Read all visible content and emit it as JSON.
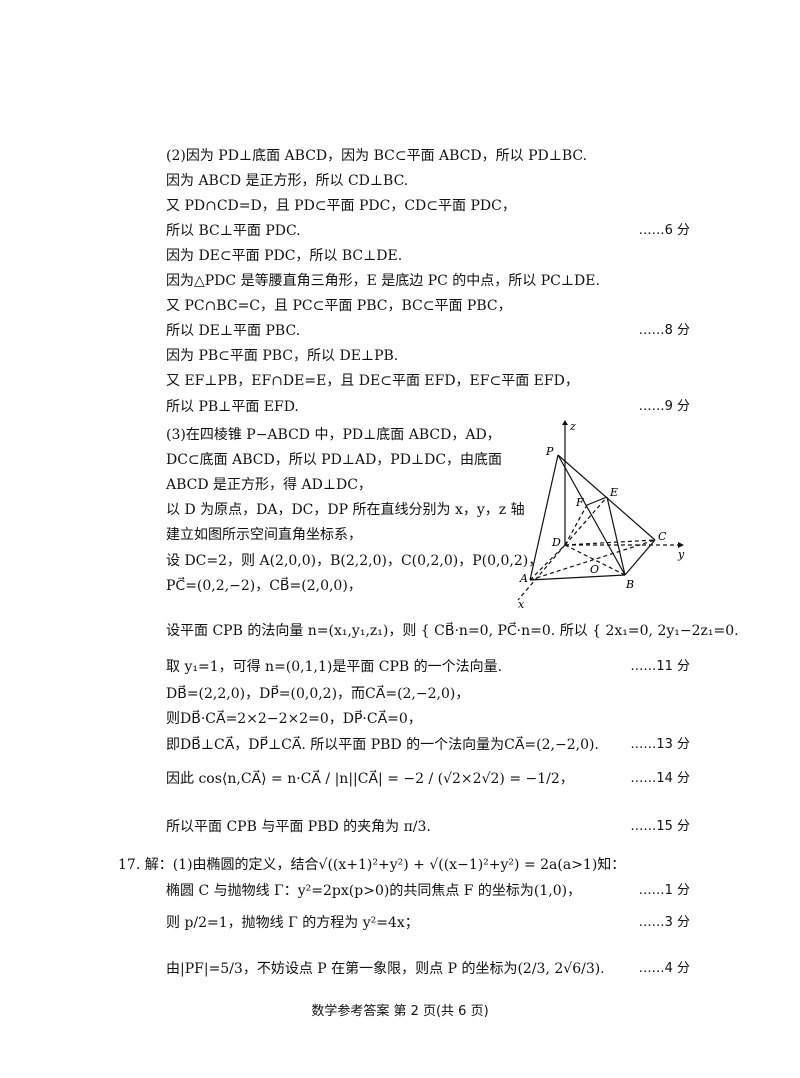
{
  "lines": [
    {
      "text": "(2)因为 PD⊥底面 ABCD，因为 BC⊂平面 ABCD，所以 PD⊥BC.",
      "score": ""
    },
    {
      "text": "因为 ABCD 是正方形，所以 CD⊥BC.",
      "score": ""
    },
    {
      "text": "又 PD∩CD=D，且 PD⊂平面 PDC，CD⊂平面 PDC，",
      "score": ""
    },
    {
      "text": "所以 BC⊥平面 PDC.",
      "score": "……6 分"
    },
    {
      "text": "因为 DE⊂平面 PDC，所以 BC⊥DE.",
      "score": ""
    },
    {
      "text": "因为△PDC 是等腰直角三角形，E 是底边 PC 的中点，所以 PC⊥DE.",
      "score": ""
    },
    {
      "text": "又 PC∩BC=C，且 PC⊂平面 PBC，BC⊂平面 PBC，",
      "score": ""
    },
    {
      "text": "所以 DE⊥平面 PBC.",
      "score": "……8 分"
    },
    {
      "text": "因为 PB⊂平面 PBC，所以 DE⊥PB.",
      "score": ""
    },
    {
      "text": "又 EF⊥PB，EF∩DE=E，且 DE⊂平面 EFD，EF⊂平面 EFD，",
      "score": ""
    },
    {
      "text": "所以 PB⊥平面 EFD.",
      "score": "……9 分"
    }
  ],
  "part3_lines": [
    "(3)在四棱锥 P−ABCD 中，PD⊥底面 ABCD，AD，",
    "DC⊂底面 ABCD，所以 PD⊥AD，PD⊥DC，由底面",
    "ABCD 是正方形，得 AD⊥DC，",
    "以 D 为原点，DA，DC，DP 所在直线分别为 x，y，z 轴",
    "建立如图所示空间直角坐标系，",
    "设 DC=2，则 A(2,0,0)，B(2,2,0)，C(0,2,0)，P(0,0,2)，",
    "PC⃗=(0,2,−2)，CB⃗=(2,0,0)，"
  ],
  "lines_after": [
    {
      "text": "设平面 CPB 的法向量 n=(x₁,y₁,z₁)，则 { CB⃗·n=0, PC⃗·n=0. 所以 { 2x₁=0, 2y₁−2z₁=0.",
      "score": ""
    },
    {
      "text": "取 y₁=1，可得 n=(0,1,1)是平面 CPB 的一个法向量.",
      "score": "……11 分"
    },
    {
      "text": "DB⃗=(2,2,0)，DP⃗=(0,0,2)，而CA⃗=(2,−2,0)，",
      "score": ""
    },
    {
      "text": "则DB⃗·CA⃗=2×2−2×2=0，DP⃗·CA⃗=0，",
      "score": ""
    },
    {
      "text": "即DB⃗⊥CA⃗，DP⃗⊥CA⃗. 所以平面 PBD 的一个法向量为CA⃗=(2,−2,0).",
      "score": "……13 分"
    },
    {
      "text": "因此 cos⟨n,CA⃗⟩ = n·CA⃗ / |n||CA⃗| = −2 / (√2×2√2) = −1/2，",
      "score": "……14 分"
    },
    {
      "text": "所以平面 CPB 与平面 PBD 的夹角为 π/3.",
      "score": "……15 分"
    }
  ],
  "q17_lines": [
    {
      "text": "17. 解：(1)由椭圆的定义，结合√((x+1)²+y²) + √((x−1)²+y²) = 2a(a>1)知：",
      "score": ""
    },
    {
      "text": "椭圆 C 与抛物线 Γ：y²=2px(p>0)的共同焦点 F 的坐标为(1,0)，",
      "score": "……1 分"
    },
    {
      "text": "则 p/2=1，抛物线 Γ 的方程为 y²=4x；",
      "score": "……3 分"
    },
    {
      "text": "由|PF|=5/3，不妨设点 P 在第一象限，则点 P 的坐标为(2/3, 2√6/3).",
      "score": "……4 分"
    }
  ],
  "figure_labels": {
    "z": "z",
    "P": "P",
    "F": "F",
    "E": "E",
    "D": "D",
    "C": "C",
    "y": "y",
    "O": "O",
    "A": "A",
    "B": "B",
    "x": "x"
  },
  "footer": "数学参考答案  第 2 页(共 6 页)"
}
